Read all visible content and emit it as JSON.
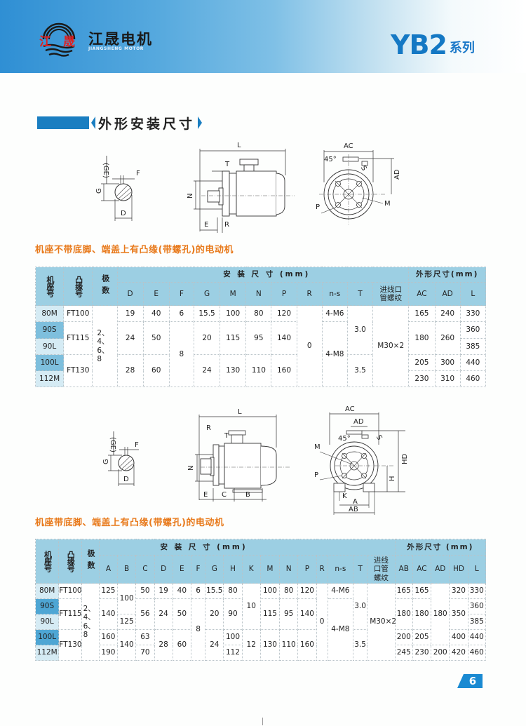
{
  "header": {
    "brand_cn": "江晟电机",
    "brand_en": "JIANGSHENG MOTOR",
    "logo_chars": [
      "江",
      "晟"
    ],
    "series_code": "YB2",
    "series_suffix": "系列",
    "colors": {
      "banner_start": "#2f8fd4",
      "series": "#1478c4",
      "logo_red": "#e02020"
    }
  },
  "section": {
    "title": "外形安装尺寸"
  },
  "diagram1": {
    "shaft_labels": {
      "ge": "(GE)",
      "f": "F",
      "g": "G",
      "d": "D"
    },
    "side_labels": {
      "l": "L",
      "t": "T",
      "n": "N",
      "e": "E",
      "r": "R"
    },
    "front_labels": {
      "ac": "AC",
      "ad": "AD",
      "angle": "45°",
      "s": "S",
      "p": "P",
      "m": "M"
    }
  },
  "diagram2": {
    "shaft_labels": {
      "ge": "(GE)",
      "f": "F",
      "g": "G",
      "d": "D"
    },
    "side_labels": {
      "l": "L",
      "r": "R",
      "t": "T",
      "n": "N",
      "e": "E",
      "c": "C",
      "b": "B"
    },
    "front_labels": {
      "ac": "AC",
      "ad": "AD",
      "angle": "45°",
      "s": "S",
      "m": "M",
      "p": "P",
      "hd": "HD",
      "h": "H",
      "k": "K",
      "a": "A",
      "ab": "AB"
    }
  },
  "table1": {
    "subtitle": "机座不带底脚、端盖上有凸缘(带螺孔)的电动机",
    "headers": {
      "frame": "机座号",
      "flange": "凸缘号",
      "poles": "极数",
      "install_group": "安  装  尺  寸 (mm)",
      "outline_group": "外形尺寸(mm)",
      "cols": [
        "D",
        "E",
        "F",
        "G",
        "M",
        "N",
        "P",
        "R",
        "n-s",
        "T"
      ],
      "thread": "进线口管螺纹",
      "outline_cols": [
        "AC",
        "AD",
        "L"
      ]
    },
    "frames": [
      "80M",
      "90S",
      "90L",
      "100L",
      "112M"
    ],
    "flanges": [
      "FT100",
      "FT115",
      "FT130"
    ],
    "poles": "2、4、6、8",
    "values": {
      "D": [
        "19",
        "24",
        "28"
      ],
      "E": [
        "40",
        "50",
        "60"
      ],
      "F": [
        "6",
        "8"
      ],
      "G": [
        "15.5",
        "20",
        "24"
      ],
      "M": [
        "100",
        "115",
        "130"
      ],
      "N": [
        "80",
        "95",
        "110"
      ],
      "P": [
        "120",
        "140",
        "160"
      ],
      "R": "0",
      "ns": [
        "4-M6",
        "4-M8"
      ],
      "T": [
        "3.0",
        "3.5"
      ],
      "thread": "M30×2",
      "AC": [
        "165",
        "180",
        "205",
        "230"
      ],
      "AD": [
        "240",
        "260",
        "300",
        "310"
      ],
      "L": [
        "330",
        "360",
        "385",
        "440",
        "460"
      ]
    }
  },
  "table2": {
    "subtitle": "机座带底脚、端盖上有凸缘(带螺孔)的电动机",
    "headers": {
      "frame": "机座号",
      "flange": "凸缘号",
      "poles": "极数",
      "install_group": "安  装  尺  寸 (mm)",
      "outline_group": "外形尺寸 (mm)",
      "cols": [
        "A",
        "B",
        "C",
        "D",
        "E",
        "F",
        "G",
        "H",
        "K",
        "M",
        "N",
        "P",
        "R",
        "n-s",
        "T"
      ],
      "thread": "进线口管螺纹",
      "outline_cols": [
        "AB",
        "AC",
        "AD",
        "HD",
        "L"
      ]
    },
    "frames": [
      "80M",
      "90S",
      "90L",
      "100L",
      "112M"
    ],
    "flanges": [
      "FT100",
      "FT115",
      "FT130"
    ],
    "poles": "2、4、6、8",
    "values": {
      "A": [
        "125",
        "140",
        "160",
        "190"
      ],
      "B": [
        "100",
        "125",
        "140"
      ],
      "C": [
        "50",
        "56",
        "63",
        "70"
      ],
      "D": [
        "19",
        "24",
        "28"
      ],
      "E": [
        "40",
        "50",
        "60"
      ],
      "F": [
        "6",
        "8"
      ],
      "G": [
        "15.5",
        "20",
        "24"
      ],
      "H": [
        "80",
        "90",
        "100",
        "112"
      ],
      "K": [
        "10",
        "12"
      ],
      "M": [
        "100",
        "115",
        "130"
      ],
      "N": [
        "80",
        "95",
        "110"
      ],
      "P": [
        "120",
        "140",
        "160"
      ],
      "R": "0",
      "ns": [
        "4-M6",
        "4-M8"
      ],
      "T": [
        "3.0",
        "3.5"
      ],
      "thread": "M30×2",
      "AB": [
        "165",
        "180",
        "200",
        "245"
      ],
      "AC": [
        "165",
        "180",
        "205",
        "230"
      ],
      "AD": [
        "180",
        "200"
      ],
      "HD": [
        "320",
        "350",
        "400",
        "420"
      ],
      "L": [
        "330",
        "360",
        "385",
        "440",
        "460"
      ]
    }
  },
  "footer": {
    "page_number": "6"
  }
}
